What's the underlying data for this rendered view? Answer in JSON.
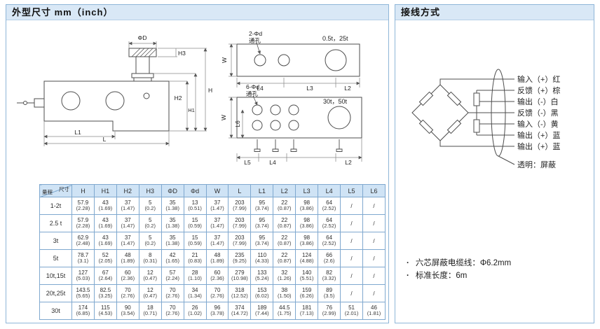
{
  "left_panel": {
    "title": "外型尺寸 mm（inch）",
    "drawings": {
      "side_view": {
        "phi_d": "ΦD",
        "h3": "H3",
        "h": "H",
        "h2": "H2",
        "h1": "H1",
        "l1": "L1",
        "l": "L"
      },
      "top_view_2hole": {
        "callout1": "2-Φd",
        "callout2": "通孔",
        "range": "0.5t，25t",
        "w": "W",
        "l4": "L4",
        "l3": "L3",
        "l2": "L2"
      },
      "top_view_6hole": {
        "callout1": "6-Φd",
        "callout2": "通孔",
        "range": "30t，50t",
        "w": "W",
        "l6": "L6",
        "l5": "L5",
        "l4": "L4",
        "l2": "L2"
      }
    },
    "table": {
      "corner_top": "尺寸",
      "corner_bottom": "量程",
      "columns": [
        "H",
        "H1",
        "H2",
        "H3",
        "ΦD",
        "Φd",
        "W",
        "L",
        "L1",
        "L2",
        "L3",
        "L4",
        "L5",
        "L6"
      ],
      "rows": [
        {
          "label": "1-2t",
          "cells": [
            [
              "57.9",
              "(2.28)"
            ],
            [
              "43",
              "(1.69)"
            ],
            [
              "37",
              "(1.47)"
            ],
            [
              "5",
              "(0.2)"
            ],
            [
              "35",
              "(1.38)"
            ],
            [
              "13",
              "(0.51)"
            ],
            [
              "37",
              "(1.47)"
            ],
            [
              "203",
              "(7.99)"
            ],
            [
              "95",
              "(3.74)"
            ],
            [
              "22",
              "(0.87)"
            ],
            [
              "98",
              "(3.86)"
            ],
            [
              "64",
              "(2.52)"
            ],
            [
              "/",
              ""
            ],
            [
              "/",
              ""
            ]
          ]
        },
        {
          "label": "2.5 t",
          "cells": [
            [
              "57.9",
              "(2.28)"
            ],
            [
              "43",
              "(1.69)"
            ],
            [
              "37",
              "(1.47)"
            ],
            [
              "5",
              "(0.2)"
            ],
            [
              "35",
              "(1.38)"
            ],
            [
              "15",
              "(0.59)"
            ],
            [
              "37",
              "(1.47)"
            ],
            [
              "203",
              "(7.99)"
            ],
            [
              "95",
              "(3.74)"
            ],
            [
              "22",
              "(0.87)"
            ],
            [
              "98",
              "(3.86)"
            ],
            [
              "64",
              "(2.52)"
            ],
            [
              "/",
              ""
            ],
            [
              "/",
              ""
            ]
          ]
        },
        {
          "label": "3t",
          "cells": [
            [
              "62.9",
              "(2.48)"
            ],
            [
              "43",
              "(1.69)"
            ],
            [
              "37",
              "(1.47)"
            ],
            [
              "5",
              "(0.2)"
            ],
            [
              "35",
              "(1.38)"
            ],
            [
              "15",
              "(0.59)"
            ],
            [
              "37",
              "(1.47)"
            ],
            [
              "203",
              "(7.99)"
            ],
            [
              "95",
              "(3.74)"
            ],
            [
              "22",
              "(0.87)"
            ],
            [
              "98",
              "(3.86)"
            ],
            [
              "64",
              "(2.52)"
            ],
            [
              "/",
              ""
            ],
            [
              "/",
              ""
            ]
          ]
        },
        {
          "label": "5t",
          "cells": [
            [
              "78.7",
              "(3.1)"
            ],
            [
              "52",
              "(2.05)"
            ],
            [
              "48",
              "(1.89)"
            ],
            [
              "8",
              "(0.31)"
            ],
            [
              "42",
              "(1.65)"
            ],
            [
              "21",
              "(0.83)"
            ],
            [
              "48",
              "(1.89)"
            ],
            [
              "235",
              "(9.25)"
            ],
            [
              "110",
              "(4.33)"
            ],
            [
              "22",
              "(0.87)"
            ],
            [
              "124",
              "(4.88)"
            ],
            [
              "66",
              "(2.6)"
            ],
            [
              "/",
              ""
            ],
            [
              "/",
              ""
            ]
          ]
        },
        {
          "label": "10t,15t",
          "cells": [
            [
              "127",
              "(5.03)"
            ],
            [
              "67",
              "(2.64)"
            ],
            [
              "60",
              "(2.36)"
            ],
            [
              "12",
              "(0.47)"
            ],
            [
              "57",
              "(2.24)"
            ],
            [
              "28",
              "(1.10)"
            ],
            [
              "60",
              "(2.36)"
            ],
            [
              "279",
              "(10.98)"
            ],
            [
              "133",
              "(5.24)"
            ],
            [
              "32",
              "(1.26)"
            ],
            [
              "140",
              "(5.51)"
            ],
            [
              "82",
              "(3.32)"
            ],
            [
              "/",
              ""
            ],
            [
              "/",
              ""
            ]
          ]
        },
        {
          "label": "20t,25t",
          "cells": [
            [
              "143.5",
              "(5.65)"
            ],
            [
              "82.5",
              "(3.25)"
            ],
            [
              "70",
              "(2.76)"
            ],
            [
              "12",
              "(0.47)"
            ],
            [
              "70",
              "(2.76)"
            ],
            [
              "34",
              "(1.34)"
            ],
            [
              "70",
              "(2.76)"
            ],
            [
              "318",
              "(12.52)"
            ],
            [
              "153",
              "(6.02)"
            ],
            [
              "38",
              "(1.50)"
            ],
            [
              "159",
              "(6.26)"
            ],
            [
              "89",
              "(3.5)"
            ],
            [
              "/",
              ""
            ],
            [
              "/",
              ""
            ]
          ]
        },
        {
          "label": "30t",
          "cells": [
            [
              "174",
              "(6.85)"
            ],
            [
              "115",
              "(4.53)"
            ],
            [
              "90",
              "(3.54)"
            ],
            [
              "18",
              "(0.71)"
            ],
            [
              "70",
              "(2.76)"
            ],
            [
              "26",
              "(1.02)"
            ],
            [
              "96",
              "(3.78)"
            ],
            [
              "374",
              "(14.72)"
            ],
            [
              "189",
              "(7.44)"
            ],
            [
              "44.5",
              "(1.75)"
            ],
            [
              "181",
              "(7.13)"
            ],
            [
              "76",
              "(2.99)"
            ],
            [
              "51",
              "(2.01)"
            ],
            [
              "46",
              "(1.81)"
            ]
          ]
        }
      ]
    }
  },
  "right_panel": {
    "title": "接线方式",
    "bullet": "·",
    "wires": [
      "输入（+）红",
      "反馈（+）棕",
      "输出（-）白",
      "反馈（-）黑",
      "输入（-）黄",
      "输出（+）蓝",
      "输出（+）蓝"
    ],
    "shield": "透明：屏蔽",
    "notes": [
      "六芯屏蔽电缆线：Φ6.2mm",
      "标准长度：6m"
    ]
  }
}
